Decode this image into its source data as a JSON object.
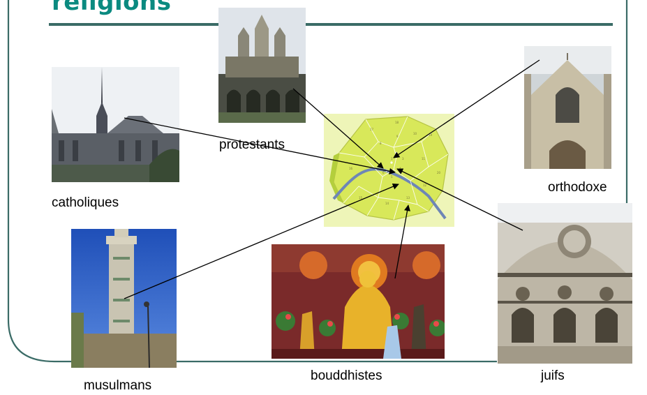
{
  "slide": {
    "title": "religions",
    "colors": {
      "title": "#0b8a80",
      "frame": "#3a6b66",
      "map": "#d8e85a",
      "river": "#6e86b6",
      "arrow": "#000000"
    }
  },
  "labels": {
    "protestants": "protestants",
    "catholiques": "catholiques",
    "orthodoxe": "orthodoxe",
    "musulmans": "musulmans",
    "bouddhistes": "bouddhistes",
    "juifs": "juifs"
  }
}
